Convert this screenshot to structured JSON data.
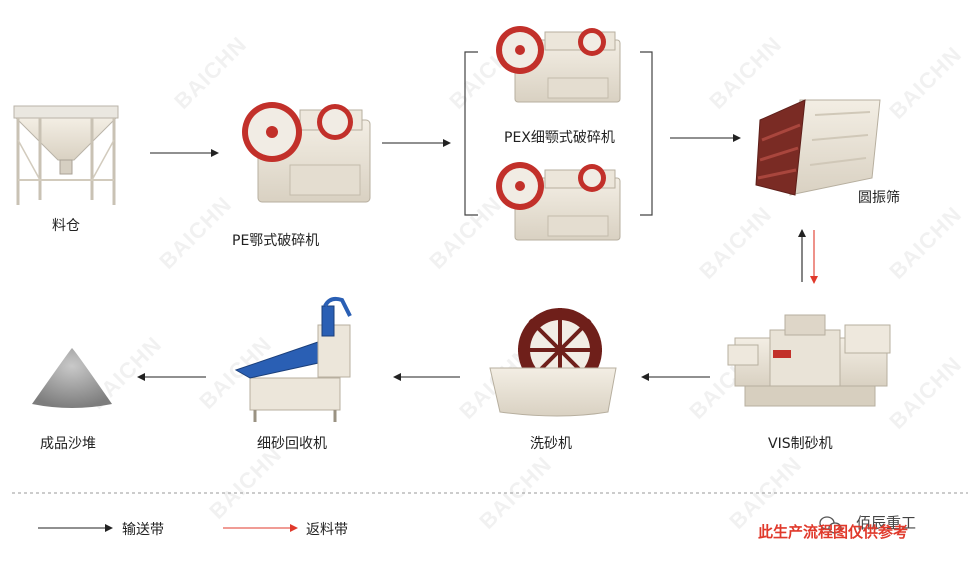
{
  "nodes": {
    "hopper": "料仓",
    "pe_crusher": "PE鄂式破碎机",
    "pex_crusher": "PEX细颚式破碎机",
    "vibrating_screen": "圆振筛",
    "vsi_sand_maker": "VIS制砂机",
    "sand_washer": "洗砂机",
    "sand_recycler": "细砂回收机",
    "sand_pile": "成品沙堆"
  },
  "legend": {
    "conveyor_label": "输送带",
    "conveyor_color": "#222222",
    "return_label": "返料带",
    "return_color": "#e0392b"
  },
  "footer": {
    "note": "此生产流程图仅供参考",
    "note_color": "#e0392b",
    "brand": "佰辰重工"
  }
}
